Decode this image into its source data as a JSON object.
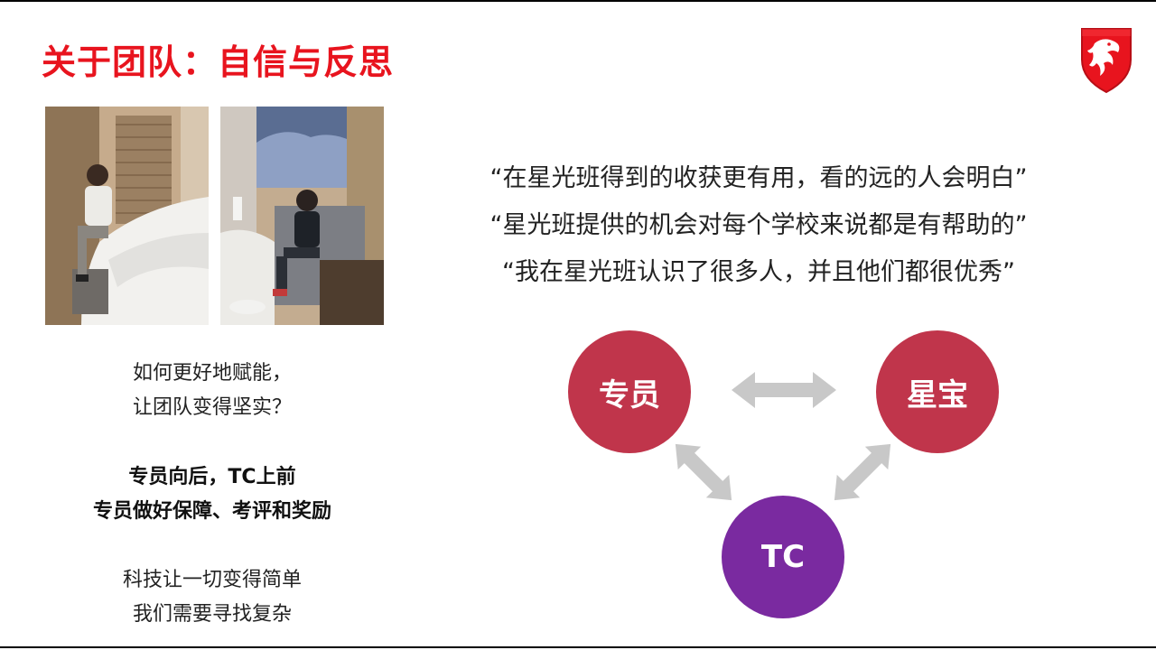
{
  "slide": {
    "title": "关于团队：自信与反思",
    "colors": {
      "title": "#e8141e",
      "node_red": "#c0354b",
      "node_purple": "#7a2aa0",
      "arrow": "#c8c8c8"
    }
  },
  "logo": {
    "icon": "dragon-shield-logo",
    "color": "#e8141e"
  },
  "photos": [
    {
      "icon": "hotel-room-photo-person-on-bed"
    },
    {
      "icon": "hotel-room-photo-person-on-sofa"
    }
  ],
  "left": {
    "question": [
      "如何更好地赋能，",
      "让团队变得坚实？"
    ],
    "answer": [
      "专员向后，TC上前",
      "专员做好保障、考评和奖励"
    ],
    "closing": [
      "科技让一切变得简单",
      "我们需要寻找复杂"
    ]
  },
  "quotes": [
    "“在星光班得到的收获更有用，看的远的人会明白”",
    "“星光班提供的机会对每个学校来说都是有帮助的”",
    "“我在星光班认识了很多人，并且他们都很优秀”"
  ],
  "diagram": {
    "nodes": {
      "left": "专员",
      "right": "星宝",
      "bottom": "TC"
    },
    "arrows": [
      "double-arrow-left-right",
      "double-arrow-left-bottom",
      "double-arrow-right-bottom"
    ]
  }
}
